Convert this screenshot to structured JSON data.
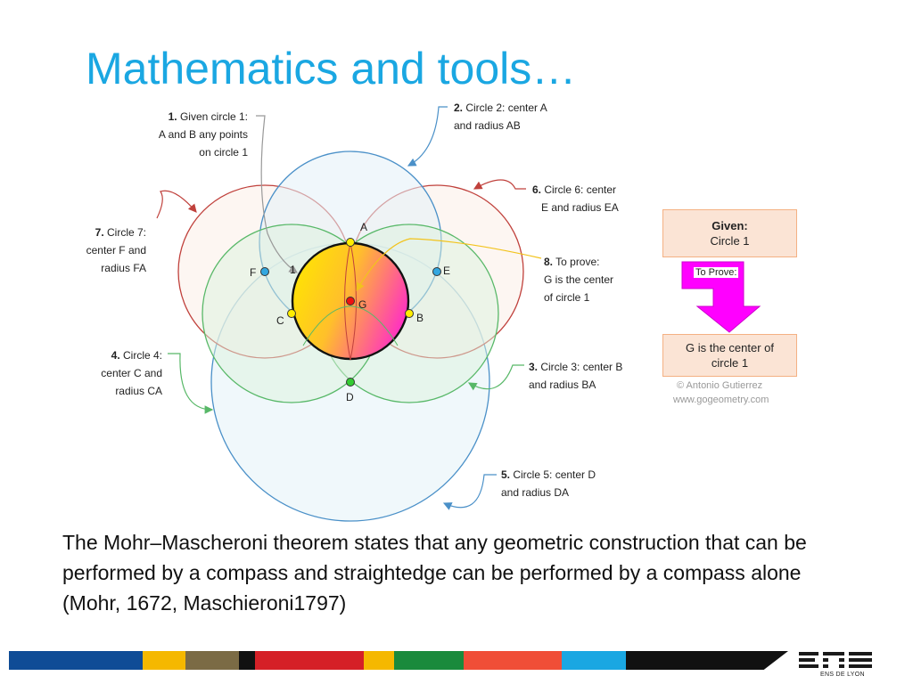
{
  "title": "Mathematics and tools…",
  "colors": {
    "title": "#1aa7e2",
    "circle_blue": "#4a90c8",
    "circle_red": "#c0413c",
    "circle_green": "#58b868",
    "box_fill": "#fbe4d5",
    "arrow_magenta": "#ff00ff"
  },
  "annotations": {
    "a1": {
      "num": "1.",
      "line1": " Given circle 1:",
      "line2": "A and B any points",
      "line3": "on circle 1"
    },
    "a2": {
      "num": "2.",
      "line1": " Circle 2: center A",
      "line2": "and radius AB"
    },
    "a3": {
      "num": "3.",
      "line1": " Circle 3: center B",
      "line2": "and radius BA"
    },
    "a4": {
      "num": "4.",
      "line1": " Circle 4:",
      "line2": "center C and",
      "line3": "radius CA"
    },
    "a5": {
      "num": "5.",
      "line1": " Circle 5: center D",
      "line2": "and radius DA"
    },
    "a6": {
      "num": "6.",
      "line1": " Circle 6: center",
      "line2": "E and radius EA"
    },
    "a7": {
      "num": "7.",
      "line1": " Circle 7:",
      "line2": "center F and",
      "line3": "radius FA"
    },
    "a8": {
      "num": "8.",
      "line1": " To prove:",
      "line2": "G is the center",
      "line3": "of circle 1"
    }
  },
  "points": {
    "A": "A",
    "B": "B",
    "C": "C",
    "D": "D",
    "E": "E",
    "F": "F",
    "G": "G",
    "circle1": "1"
  },
  "side_panel": {
    "given_title": "Given:",
    "given_value": "Circle 1",
    "to_prove_label": "To Prove:",
    "prove_line1": "G is the center of",
    "prove_line2": "circle 1",
    "credit_line1": "© Antonio Gutierrez",
    "credit_line2": "www.gogeometry.com"
  },
  "theorem_text": "The Mohr–Mascheroni theorem states that any geometric construction that can be performed by a compass and straightedge can be performed by a compass alone (Mohr, 1672, Maschieroni1797)",
  "footer": {
    "bar_colors": [
      "#0f4c96",
      "#f5b800",
      "#7b6b45",
      "#111111",
      "#d52027",
      "#f5b800",
      "#1a8a3c",
      "#f04e37",
      "#1aa7e2",
      "#111111"
    ],
    "logo_sub": "ENS DE LYON"
  }
}
